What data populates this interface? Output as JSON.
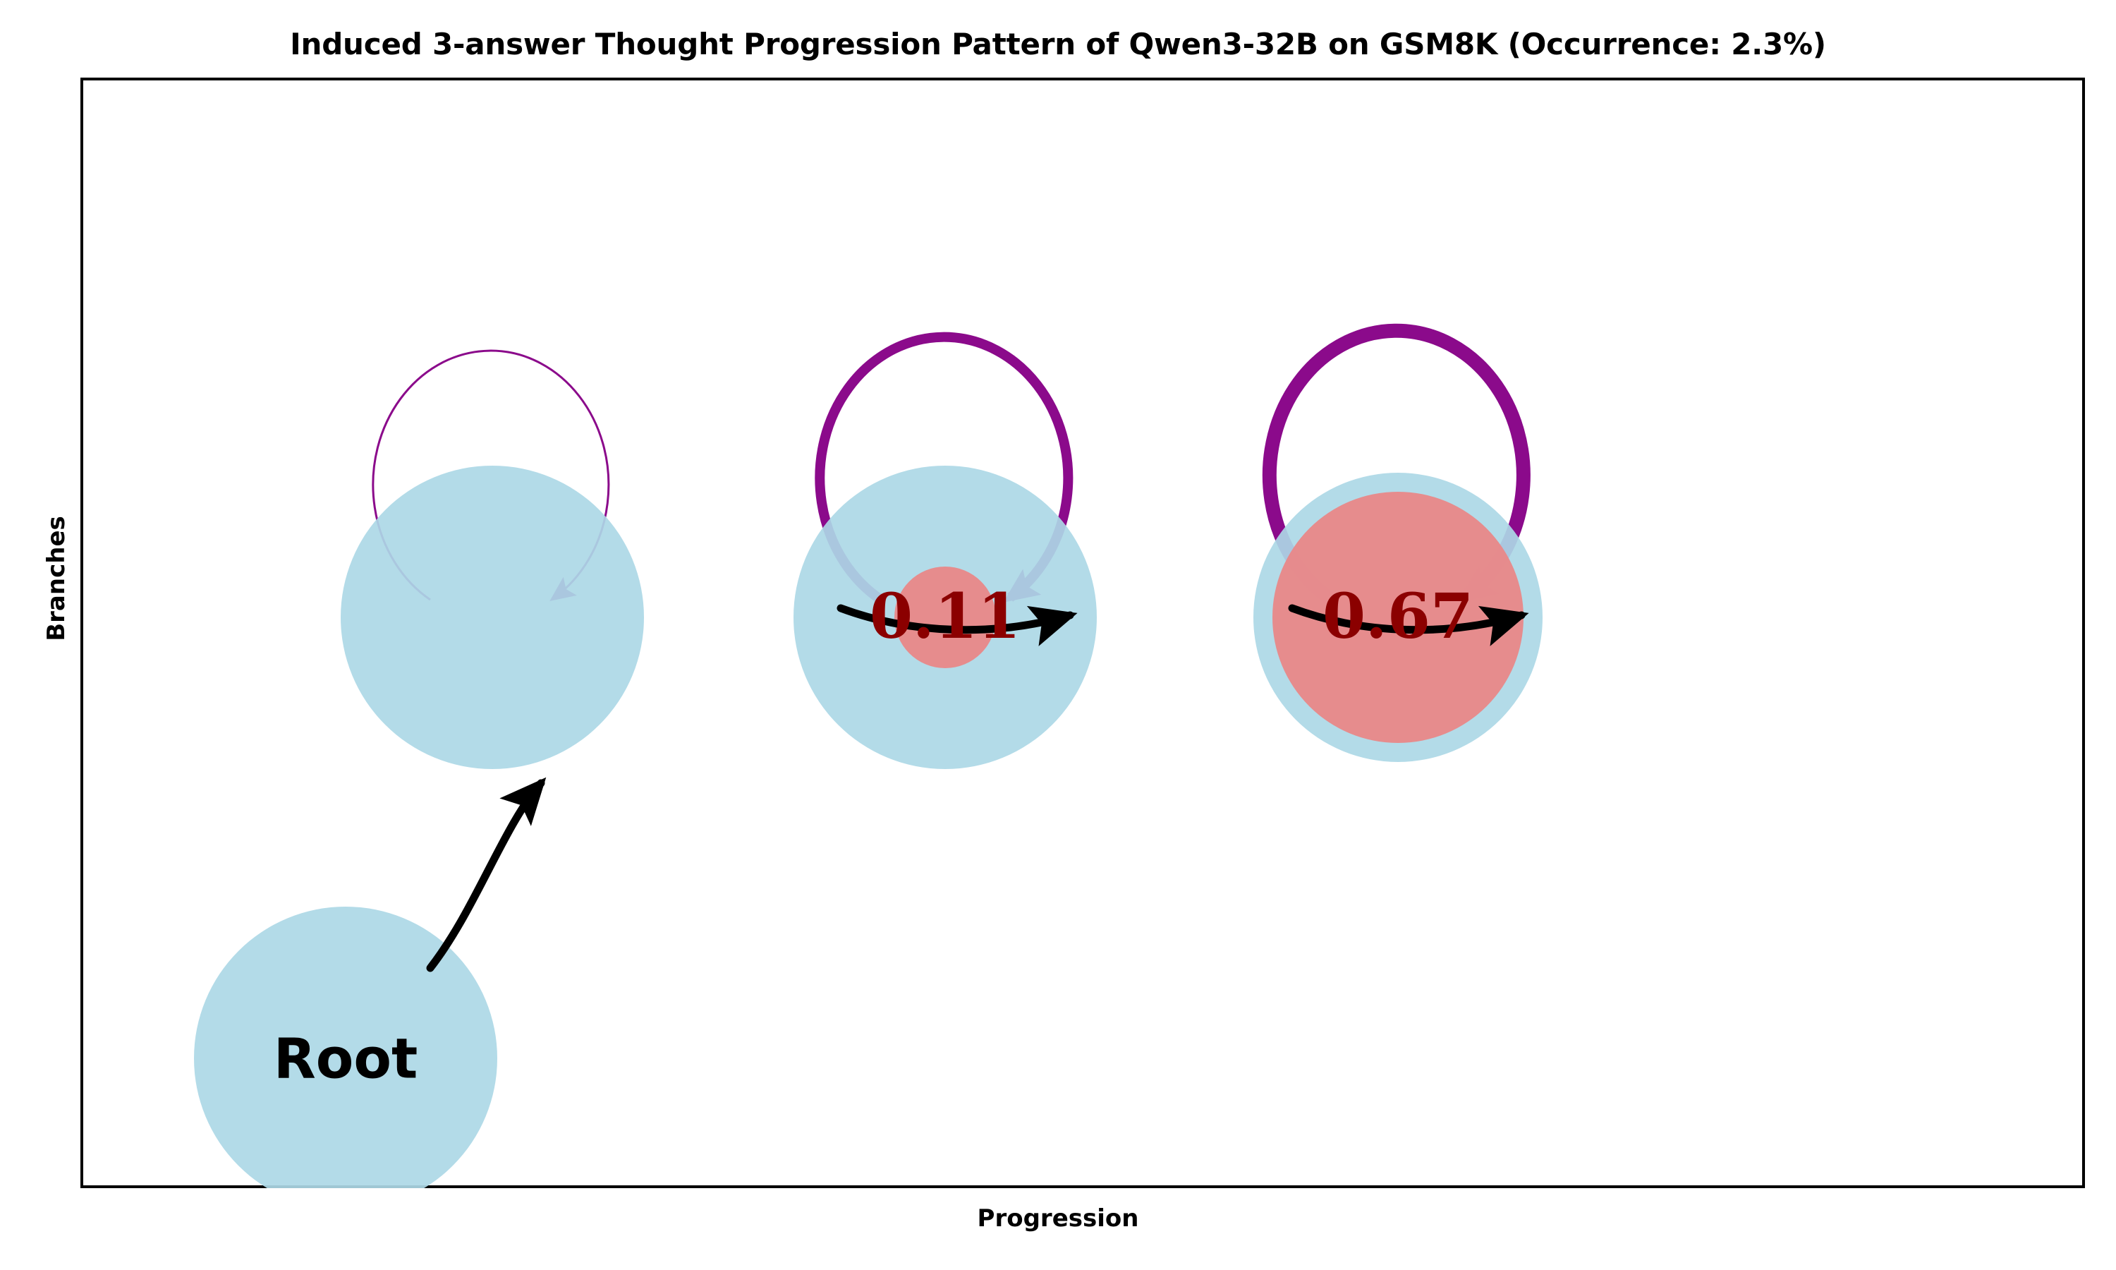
{
  "figure": {
    "title": "Induced 3-answer Thought Progression Pattern of Qwen3-32B on GSM8K (Occurrence: 2.3%)",
    "xlabel": "Progression",
    "ylabel": "Branches",
    "background_color": "#ffffff",
    "frame_color": "#000000"
  },
  "colors": {
    "node_outer": "#ADD8E6",
    "node_inner": "#E98888",
    "value_text": "#8B0000",
    "root_text": "#000000",
    "self_loop": "#8B0A8B",
    "edge": "#000000"
  },
  "chart_data": {
    "type": "diagram",
    "title": "Induced 3-answer Thought Progression Pattern of Qwen3-32B on GSM8K (Occurrence: 2.3%)",
    "subtitle": "",
    "xlabel": "Progression",
    "ylabel": "Branches",
    "grid": false,
    "legend": "none",
    "model": "Qwen3-32B",
    "dataset": "GSM8K",
    "answer_count": 3,
    "occurrence_percent": 2.3,
    "nodes": [
      {
        "id": "root",
        "label": "Root",
        "value": null,
        "x": 0.13,
        "y": 0.13,
        "outer_radius": 215,
        "inner_radius": 0,
        "self_loop": false,
        "self_loop_width": 0
      },
      {
        "id": "n1",
        "label": "",
        "value": null,
        "x": 0.385,
        "y": 0.57,
        "outer_radius": 215,
        "inner_radius": 0,
        "self_loop": true,
        "self_loop_width": 3
      },
      {
        "id": "n2",
        "label": "0.11",
        "value": 0.11,
        "x": 0.61,
        "y": 0.57,
        "outer_radius": 215,
        "inner_radius": 72,
        "self_loop": true,
        "self_loop_width": 14
      },
      {
        "id": "n3",
        "label": "0.67",
        "value": 0.67,
        "x": 0.835,
        "y": 0.57,
        "outer_radius": 205,
        "inner_radius": 178,
        "self_loop": true,
        "self_loop_width": 20
      }
    ],
    "edges": [
      {
        "from": "root",
        "to": "n1",
        "style": "curved-arrow"
      },
      {
        "from": "n1",
        "to": "n2",
        "style": "curved-arrow"
      },
      {
        "from": "n2",
        "to": "n3",
        "style": "curved-arrow"
      }
    ],
    "self_loops": [
      {
        "node": "n1",
        "width": 3
      },
      {
        "node": "n2",
        "width": 14
      },
      {
        "node": "n3",
        "width": 20
      }
    ]
  }
}
